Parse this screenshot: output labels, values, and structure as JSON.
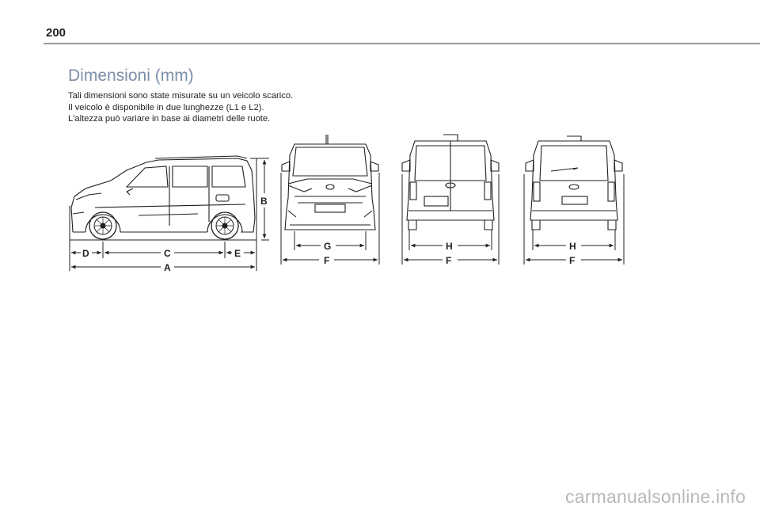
{
  "page": {
    "number": "200"
  },
  "section": {
    "title": "Dimensioni (mm)",
    "intro_lines": [
      "Tali dimensioni sono state misurate su un veicolo scarico.",
      "Il veicolo è disponibile in due lunghezze (L1 e L2).",
      "L'altezza può variare in base ai diametri delle ruote."
    ]
  },
  "diagram": {
    "side_view": {
      "labels": {
        "D": "D",
        "C": "C",
        "E": "E",
        "A": "A",
        "B": "B"
      }
    },
    "front_view": {
      "labels": {
        "G": "G",
        "F": "F"
      }
    },
    "rear_view_1": {
      "labels": {
        "H": "H",
        "F": "F"
      }
    },
    "rear_view_2": {
      "labels": {
        "H": "H",
        "F": "F"
      }
    }
  },
  "footer": {
    "watermark": "carmanualsonline.info"
  }
}
